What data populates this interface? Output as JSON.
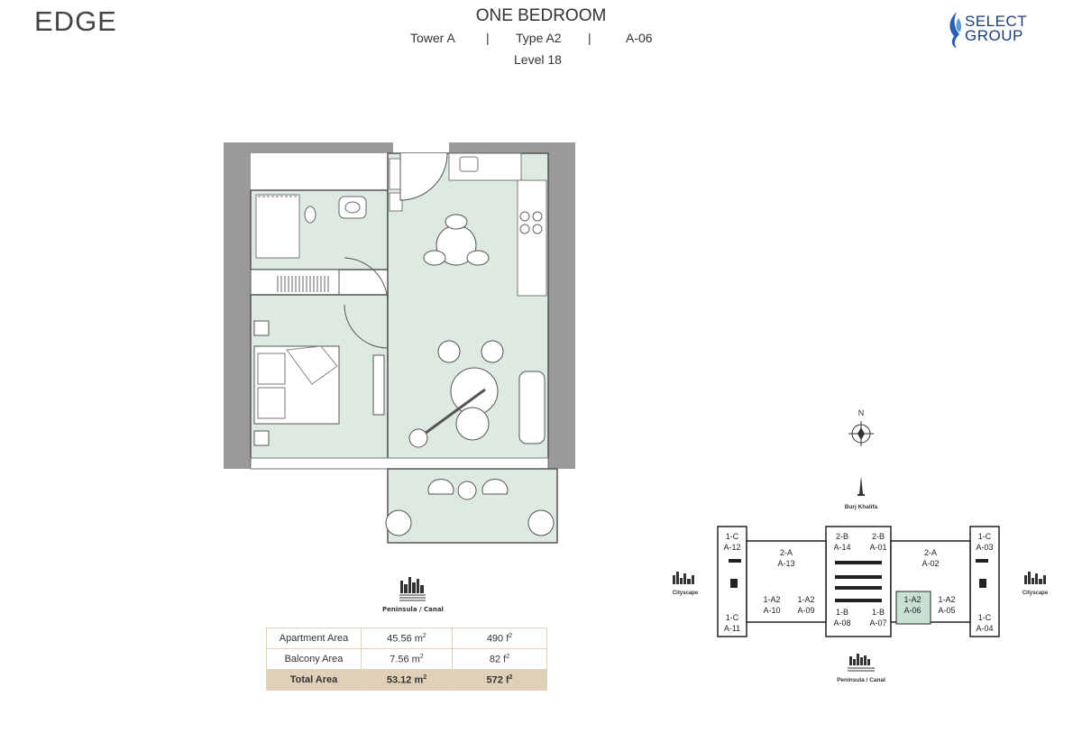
{
  "brand": {
    "left": "EDGE",
    "right_line1": "SELECT",
    "right_line2": "GROUP"
  },
  "header": {
    "title": "ONE BEDROOM",
    "tower": "Tower A",
    "sep1": "|",
    "type": "Type A2",
    "sep2": "|",
    "unit": "A-06",
    "level": "Level 18"
  },
  "view_label": "Peninsula / Canal",
  "area_table": {
    "rows": [
      {
        "label": "Apartment Area",
        "sqm": "45.56",
        "sqft": "490"
      },
      {
        "label": "Balcony Area",
        "sqm": "7.56",
        "sqft": "82"
      }
    ],
    "total": {
      "label": "Total Area",
      "sqm": "53.12",
      "sqft": "572"
    },
    "unit_m": "m",
    "unit_f": "f",
    "sup": "2"
  },
  "key_plan": {
    "north": "N",
    "top_label": "Burj Khalifa",
    "bottom_label": "Peninsula / Canal",
    "left_label": "Cityscape",
    "right_label": "Cityscape",
    "units": [
      {
        "type": "1-C",
        "code": "A-12"
      },
      {
        "type": "2-A",
        "code": "A-13"
      },
      {
        "type": "2-B",
        "code": "A-14"
      },
      {
        "type": "2-B",
        "code": "A-01"
      },
      {
        "type": "2-A",
        "code": "A-02"
      },
      {
        "type": "1-C",
        "code": "A-03"
      },
      {
        "type": "1-C",
        "code": "A-11"
      },
      {
        "type": "1-A2",
        "code": "A-10"
      },
      {
        "type": "1-A2",
        "code": "A-09"
      },
      {
        "type": "1-B",
        "code": "A-08"
      },
      {
        "type": "1-B",
        "code": "A-07"
      },
      {
        "type": "1-A2",
        "code": "A-06"
      },
      {
        "type": "1-A2",
        "code": "A-05"
      },
      {
        "type": "1-C",
        "code": "A-04"
      }
    ]
  },
  "colors": {
    "room_fill": "#dde9e1",
    "wall": "#9a9a9a",
    "highlight": "#c9e1d2",
    "table_total": "#e1d0b8",
    "brand_blue": "#1c3f7a"
  }
}
